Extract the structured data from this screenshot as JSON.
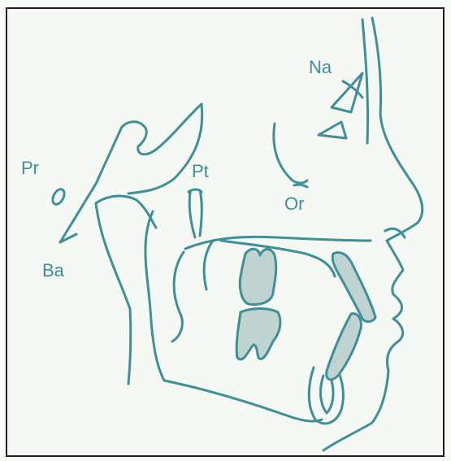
{
  "landmarks": {
    "na": "Na",
    "pr": "Pr",
    "pt": "Pt",
    "or": "Or",
    "ba": "Ba"
  },
  "colors": {
    "line": "#3d8f98",
    "tooth_fill": "#bfd3d0",
    "frame": "#1a1a1a",
    "background": "#f6f8f3"
  }
}
